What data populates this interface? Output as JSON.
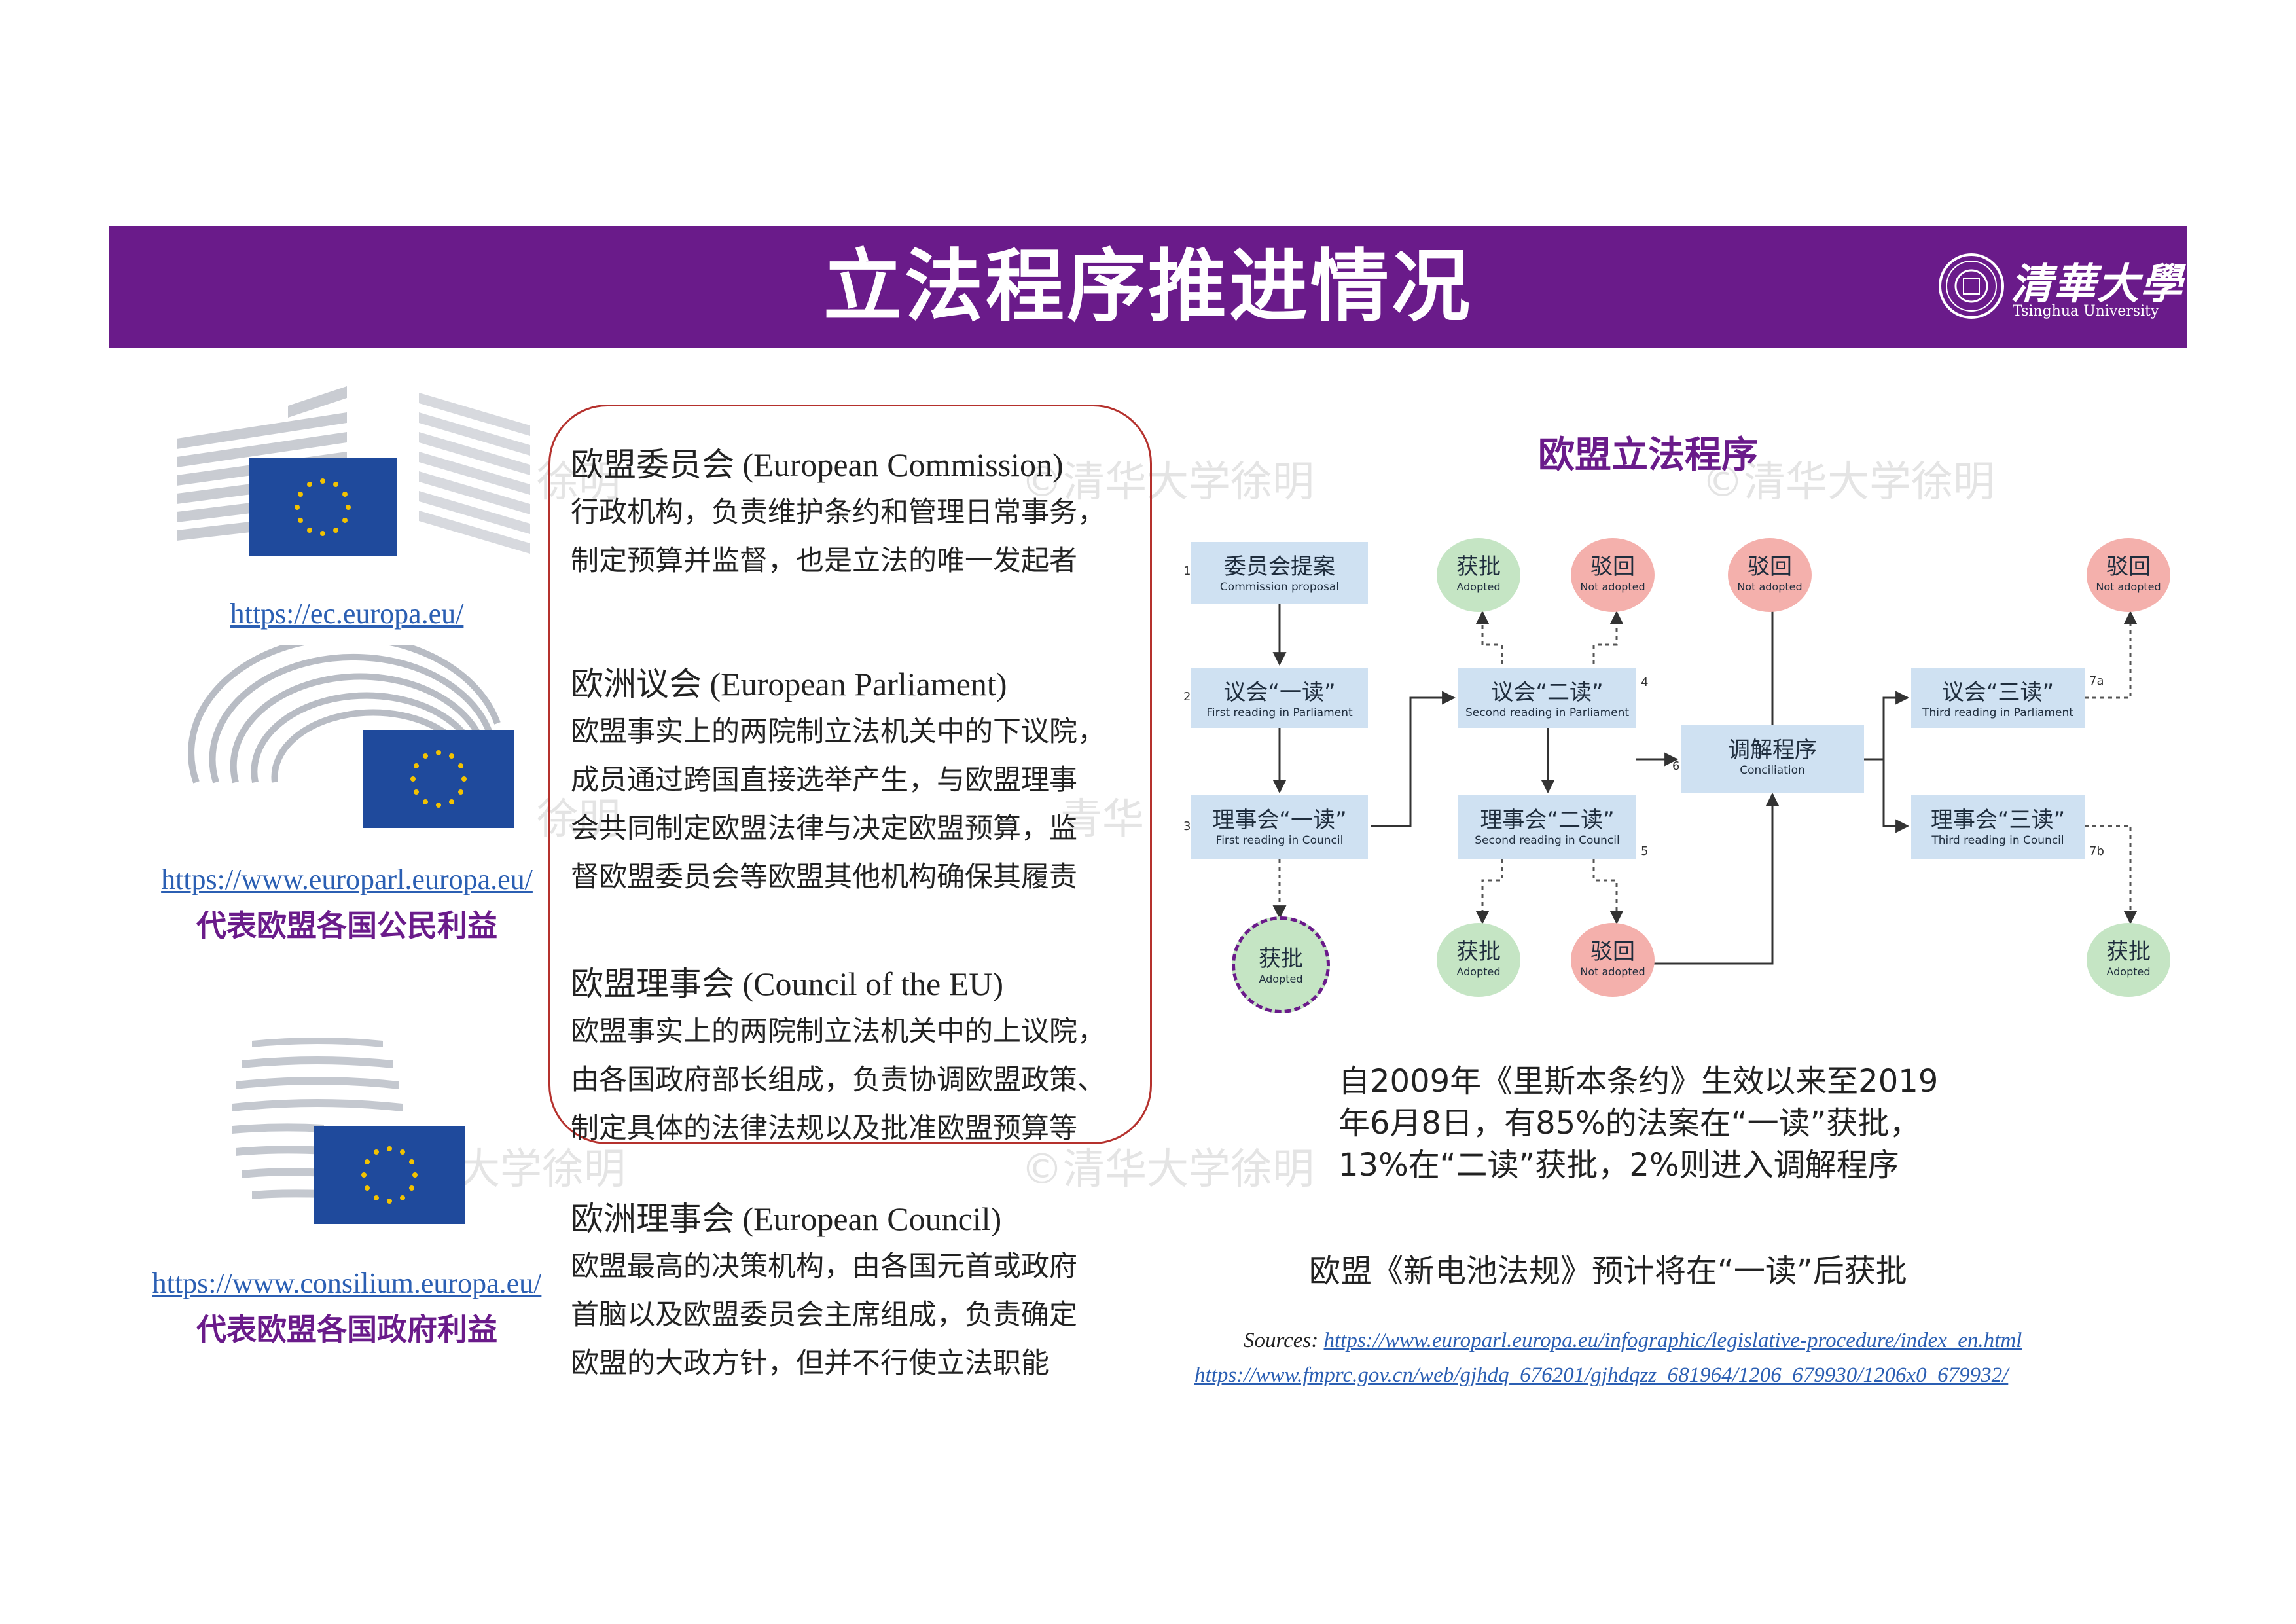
{
  "header": {
    "title": "立法程序推进情况",
    "logo_cn": "清華大學",
    "logo_en": "Tsinghua University"
  },
  "watermark": {
    "text_a": "©清华大学徐明",
    "text_b": "徐明",
    "text_c": "大学徐明",
    "text_d": "青华"
  },
  "left": {
    "commission_link": "https://ec.europa.eu/",
    "parliament_link": "https://www.europarl.europa.eu/",
    "parliament_label": "代表欧盟各国公民利益",
    "council_link": "https://www.consilium.europa.eu/",
    "council_label": "代表欧盟各国政府利益"
  },
  "middle": {
    "commission_heading": "欧盟委员会 (European Commission)",
    "commission_lines": [
      "行政机构，负责维护条约和管理日常事务，",
      "制定预算并监督，也是立法的唯一发起者"
    ],
    "parliament_heading": "欧洲议会 (European Parliament)",
    "parliament_lines": [
      "欧盟事实上的两院制立法机关中的下议院，",
      "成员通过跨国直接选举产生，与欧盟理事",
      "会共同制定欧盟法律与决定欧盟预算，监",
      "督欧盟委员会等欧盟其他机构确保其履责"
    ],
    "council_eu_heading": "欧盟理事会 (Council of the EU)",
    "council_eu_lines": [
      "欧盟事实上的两院制立法机关中的上议院，",
      "由各国政府部长组成，负责协调欧盟政策、",
      "制定具体的法律法规以及批准欧盟预算等"
    ],
    "european_council_heading": "欧洲理事会 (European Council)",
    "european_council_lines": [
      "欧盟最高的决策机构，由各国元首或政府",
      "首脑以及欧盟委员会主席组成，负责确定",
      "欧盟的大政方针，但并不行使立法职能"
    ]
  },
  "diagram": {
    "title": "欧盟立法程序",
    "nodes": {
      "proposal": {
        "cn": "委员会提案",
        "en": "Commission proposal",
        "num": "1"
      },
      "ep1": {
        "cn": "议会“一读”",
        "en": "First reading in Parliament",
        "num": "2"
      },
      "c1": {
        "cn": "理事会“一读”",
        "en": "First reading in Council",
        "num": "3"
      },
      "ep2": {
        "cn": "议会“二读”",
        "en": "Second reading in Parliament",
        "num": "4"
      },
      "c2": {
        "cn": "理事会“二读”",
        "en": "Second reading in Council",
        "num": "5"
      },
      "conc": {
        "cn": "调解程序",
        "en": "Conciliation",
        "num": "6"
      },
      "ep3": {
        "cn": "议会“三读”",
        "en": "Third reading in Parliament",
        "num": "7a"
      },
      "c3": {
        "cn": "理事会“三读”",
        "en": "Third reading in Council",
        "num": "7b"
      }
    },
    "adopted_cn": "获批",
    "adopted_en": "Adopted",
    "rejected_cn": "驳回",
    "rejected_en": "Not adopted"
  },
  "note": {
    "lines": [
      "自2009年《里斯本条约》生效以来至2019",
      "年6月8日，有85%的法案在“一读”获批，",
      "13%在“二读”获批，2%则进入调解程序"
    ],
    "battery": "欧盟《新电池法规》预计将在“一读”后获批"
  },
  "sources": {
    "label": "Sources:",
    "url1": "https://www.europarl.europa.eu/infographic/legislative-procedure/index_en.html",
    "url2": "https://www.fmprc.gov.cn/web/gjhdq_676201/gjhdqzz_681964/1206_679930/1206x0_679932/"
  },
  "colors": {
    "header": "#6a1b8a",
    "eu_blue": "#1f4a9c",
    "eu_star": "#f2c200",
    "node": "#cfe1f2",
    "adopted": "#c5e5c4",
    "rejected": "#f4b0ac",
    "box_border": "#b5312d",
    "link": "#2b5fb3"
  }
}
